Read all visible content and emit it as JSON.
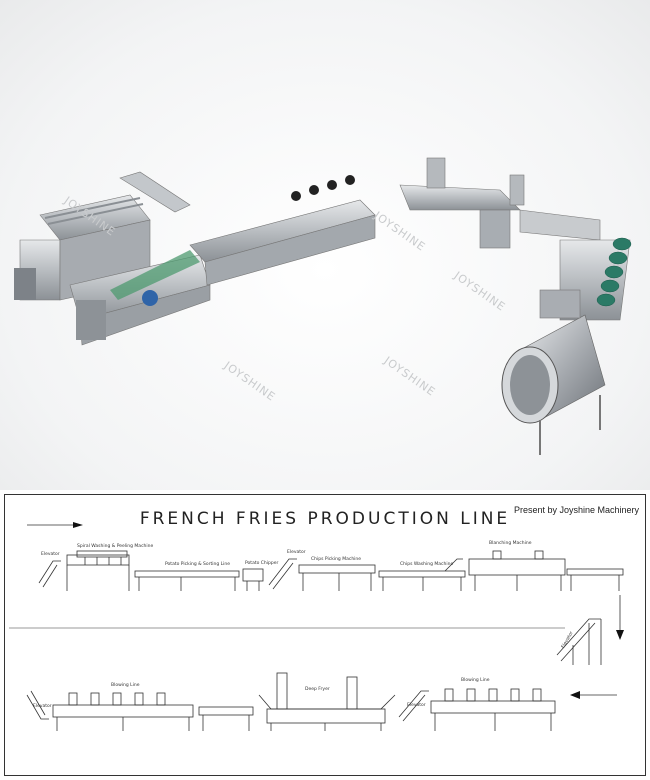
{
  "watermark": "JOYSHINE",
  "diagram": {
    "title": "FRENCH FRIES PRODUCTION LINE",
    "presenter": "Present by Joyshine Machinery",
    "row1_labels": {
      "elevator1": "Elevator",
      "washing_peeling": "Spiral Washing & Peeling Machine",
      "picking_sorting": "Potato Picking & Sorting Line",
      "chipper": "Potato Chipper",
      "elevator2": "Elevator",
      "chips_picking": "Chips Picking Machine",
      "chips_washing": "Chips Washing Machine",
      "blanching": "Blanching Machine"
    },
    "side_labels": {
      "elevator3": "Elevator"
    },
    "row2_labels": {
      "blowing_left": "Blowing Line",
      "deep_fryer": "Deep Fryer",
      "blowing_right": "Blowing Line",
      "elevator_left": "Elevator",
      "elevator_right": "Elevator"
    }
  }
}
